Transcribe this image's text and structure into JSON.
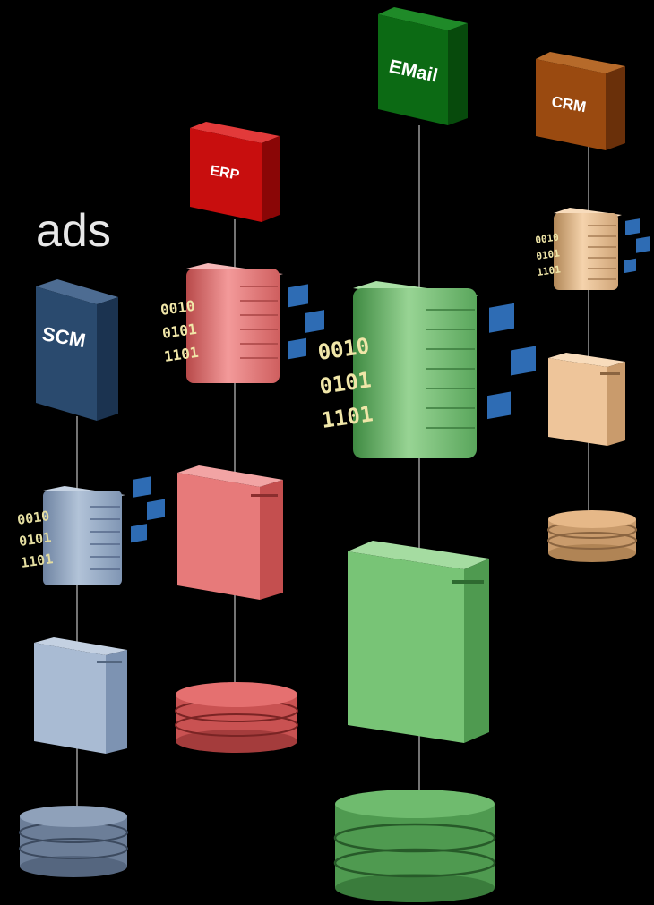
{
  "text_fragment": "ads",
  "stacks": [
    {
      "id": "scm",
      "app_label": "SCM",
      "binary": [
        "0010",
        "0101",
        "1101"
      ],
      "colors": {
        "app": "#2a4a6e",
        "app_side": "#1b3350",
        "light": "#b2c3d8",
        "mid": "#8ea4bf",
        "dark": "#5d7190",
        "bin": "#e4dda0"
      }
    },
    {
      "id": "erp",
      "app_label": "ERP",
      "binary": [
        "0010",
        "0101",
        "1101"
      ],
      "colors": {
        "app": "#c80e0e",
        "app_side": "#8a0606",
        "light": "#f0a0a0",
        "mid": "#e07a7a",
        "dark": "#b04848",
        "bin": "#f0e6a8"
      }
    },
    {
      "id": "email",
      "app_label": "EMail",
      "binary": [
        "0010",
        "0101",
        "1101"
      ],
      "colors": {
        "app": "#0c6a14",
        "app_side": "#074a0c",
        "light": "#9ed99a",
        "mid": "#72be72",
        "dark": "#3f8a42",
        "bin": "#f0e6a8"
      }
    },
    {
      "id": "crm",
      "app_label": "CRM",
      "binary": [
        "0010",
        "0101",
        "1101"
      ],
      "colors": {
        "app": "#9a4a10",
        "app_side": "#6a300a",
        "light": "#f2cfa6",
        "mid": "#dcae80",
        "dark": "#a47a50",
        "bin": "#f0e6a8"
      }
    }
  ],
  "packet_color": "#2e6cb4"
}
